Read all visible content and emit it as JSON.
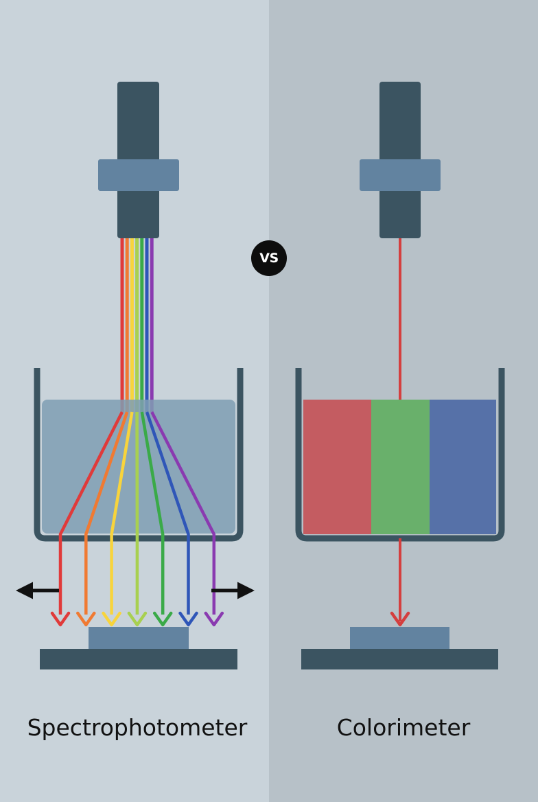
{
  "vs_badge": "VS",
  "panels": [
    {
      "title": "Spectrophotometer"
    },
    {
      "title": "Colorimeter"
    }
  ],
  "colors": {
    "left_bg": "#c9d3da",
    "right_bg": "#b7c1c8",
    "housing": "#3b5461",
    "collar": "#6283a0",
    "liquid": "#7f9db3",
    "sample_red": "#c45c61",
    "sample_green": "#69b06b",
    "sample_blue": "#5671a8",
    "detector": "#6283a0",
    "base": "#3b5461"
  },
  "spectrum": [
    "#e03a3a",
    "#f07a32",
    "#f8d43c",
    "#a8d050",
    "#3aaa48",
    "#2f56b8",
    "#8a3ab0"
  ],
  "colorimeter_beam": "#d43f3f"
}
